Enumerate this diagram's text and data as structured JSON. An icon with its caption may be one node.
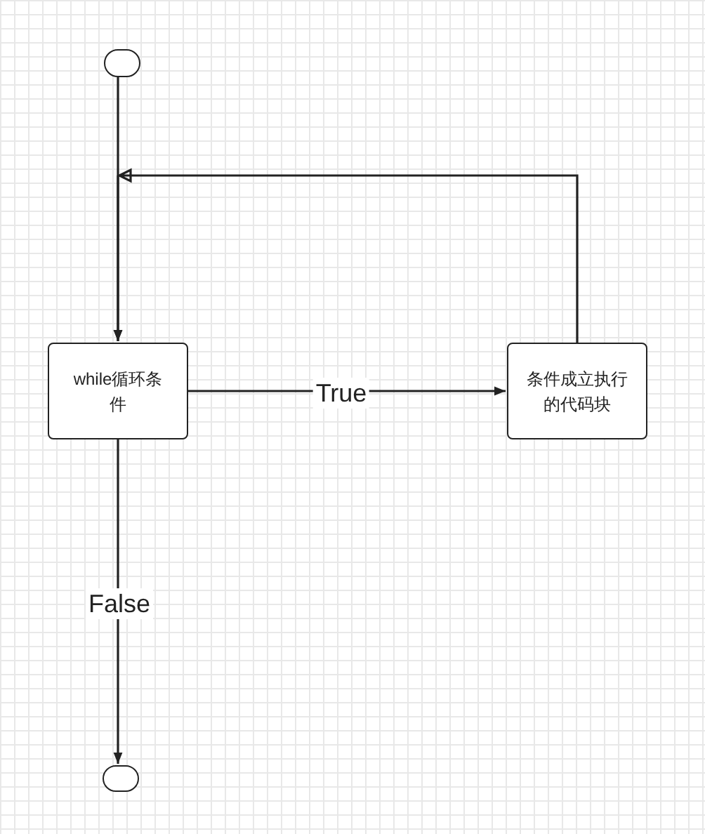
{
  "diagram": {
    "nodes": [
      {
        "text": [],
        "shape": "circle"
      },
      {
        "text": [
          "while循环条件"
        ]
      },
      {
        "text": [
          "条件成立执行的代码块"
        ]
      },
      {
        "text": [],
        "shape": "circle"
      }
    ],
    "edges": [
      {
        "from": 0,
        "to": 1,
        "arrow": "to"
      },
      {
        "from": 1,
        "to": 2,
        "arrow": "to",
        "label": "True"
      },
      {
        "from": 2,
        "to": 1,
        "arrow": "to"
      },
      {
        "from": 1,
        "to": 3,
        "arrow": "to",
        "label": "False"
      }
    ]
  }
}
